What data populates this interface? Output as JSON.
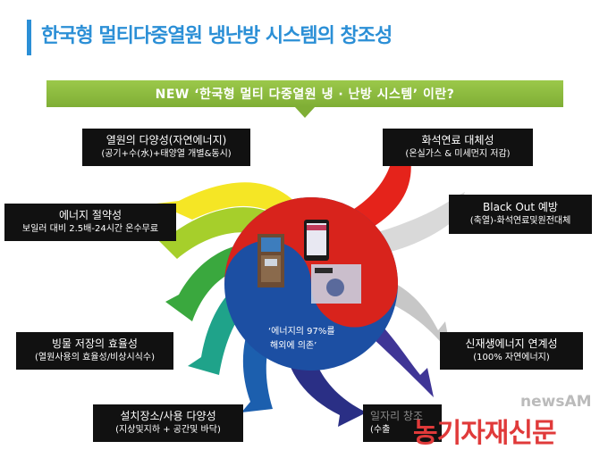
{
  "title": "한국형 멀티다중열원 냉난방 시스템의 창조성",
  "banner": "NEW  ‘한국형 멀티 다중열원 냉 · 난방 시스템’ 이란?",
  "center_text": [
    "‘에너지의 97%를",
    "해외에 의존’"
  ],
  "boxes": {
    "heat_source": {
      "line1": "열원의 다양성(자연에너지)",
      "line2": "(공기+수(水)+태양열 개별&동시)"
    },
    "energy_saving": {
      "line1": "에너지 절약성",
      "line2": "보일러 대비 2.5배-24시간 온수무료"
    },
    "ice_storage": {
      "line1": "빙물 저장의 효율성",
      "line2": "(열원사용의 효율성/비상시식수)"
    },
    "install": {
      "line1": "설치장소/사용 다양성",
      "line2": "(지상및지하 + 공간및 바닥)"
    },
    "fossil": {
      "line1": "화석연료 대체성",
      "line2": "(온실가스 & 미세먼지 저감)"
    },
    "blackout": {
      "line1": "Black Out 예방",
      "line2": "(축열)-화석연료및원전대체"
    },
    "renewable": {
      "line1": "신재생에너지 연계성",
      "line2": "(100% 자연에너지)"
    },
    "jobs": {
      "line1": "일자리 창조",
      "line2": "(수출"
    }
  },
  "watermark": {
    "en": "newsAM",
    "ko": "농기자재신문"
  },
  "colors": {
    "title_blue": "#2b8fd6",
    "banner_green": "#8cbc3f",
    "swirl": [
      "#f5e625",
      "#a6cf2b",
      "#3aa83e",
      "#1fa38a",
      "#1c5fae",
      "#2a2f85",
      "#d9d9d9",
      "#c7c7c7",
      "#e5231b"
    ],
    "taeguk_red": "#d8231c",
    "taeguk_blue": "#1c4fa3"
  }
}
